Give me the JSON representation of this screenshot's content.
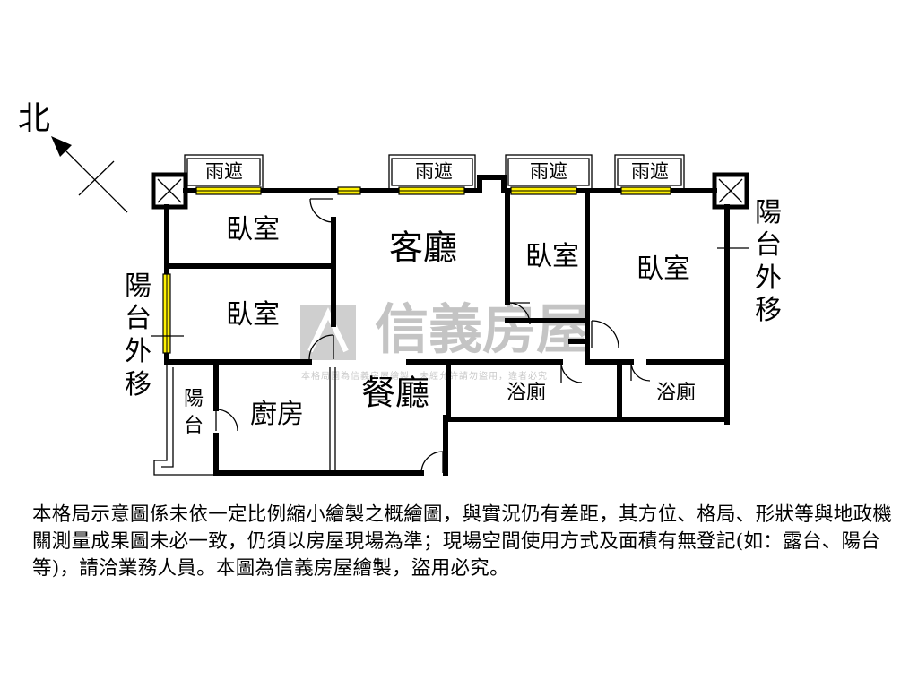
{
  "compass": {
    "north_label": "北"
  },
  "rooms": {
    "bedroom_nw": "臥室",
    "bedroom_w": "臥室",
    "living_room": "客廳",
    "bedroom_mid": "臥室",
    "bedroom_e": "臥室",
    "dining_room": "餐廳",
    "kitchen": "廚房",
    "bathroom_1": "浴廁",
    "bathroom_2": "浴廁",
    "small_balcony": [
      "陽",
      "台"
    ]
  },
  "canopies": [
    "雨遮",
    "雨遮",
    "雨遮",
    "雨遮"
  ],
  "balcony_notes": {
    "west": [
      "陽",
      "台",
      "外",
      "移"
    ],
    "east": [
      "陽",
      "台",
      "外",
      "移"
    ]
  },
  "watermark": {
    "brand": "信義房屋",
    "line": "本格局圖為信義房屋繪製，未經允許請勿盜用，違者必究"
  },
  "disclaimer": "本格局示意圖係未依一定比例縮小繪製之概繪圖，與實況仍有差距，其方位、格局、形狀等與地政機關測量成果圖未必一致，仍須以房屋現場為準；現場空間使用方式及面積有無登記(如：露台、陽台等)，請洽業務人員。本圖為信義房屋繪製，盜用必究。",
  "colors": {
    "window": "#fff200",
    "wall": "#000000",
    "watermark": "#c4c4c4"
  }
}
